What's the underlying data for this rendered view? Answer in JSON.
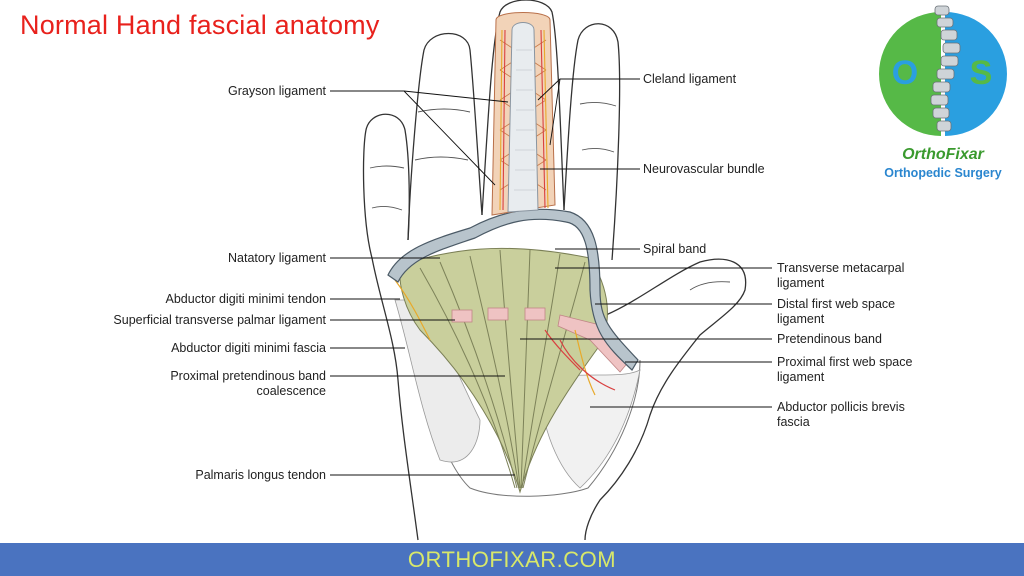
{
  "title": "Normal Hand fascial anatomy",
  "labels": {
    "grayson": "Grayson ligament",
    "cleland": "Cleland ligament",
    "neurovascular": "Neurovascular bundle",
    "natatory": "Natatory ligament",
    "spiral": "Spiral band",
    "transverse_metacarpal_1": "Transverse metacarpal",
    "transverse_metacarpal_2": "ligament",
    "abductor_tendon": "Abductor digiti minimi tendon",
    "distal_web_1": "Distal first web space",
    "distal_web_2": "ligament",
    "superficial_transverse": "Superficial transverse palmar ligament",
    "pretendinous": "Pretendinous band",
    "abductor_fascia": "Abductor digiti minimi fascia",
    "proximal_web_1": "Proximal first web space",
    "proximal_web_2": "ligament",
    "proximal_coalescence_1": "Proximal pretendinous band",
    "proximal_coalescence_2": "coalescence",
    "apb_fascia_1": "Abductor pollicis brevis",
    "apb_fascia_2": "fascia",
    "palmaris": "Palmaris longus tendon"
  },
  "logo": {
    "letter_left": "O",
    "letter_right": "S",
    "name": "OrthoFixar",
    "subtitle": "Orthopedic Surgery"
  },
  "footer": "ORTHOFIXAR.COM",
  "colors": {
    "title": "#e8211c",
    "footer_bg": "#4a73c0",
    "footer_text": "#d8e86a",
    "fascia_green": "#c9cf9c",
    "ligament_band": "#b8c4cc",
    "logo_green": "#56b947",
    "logo_blue": "#2a9fe0"
  }
}
